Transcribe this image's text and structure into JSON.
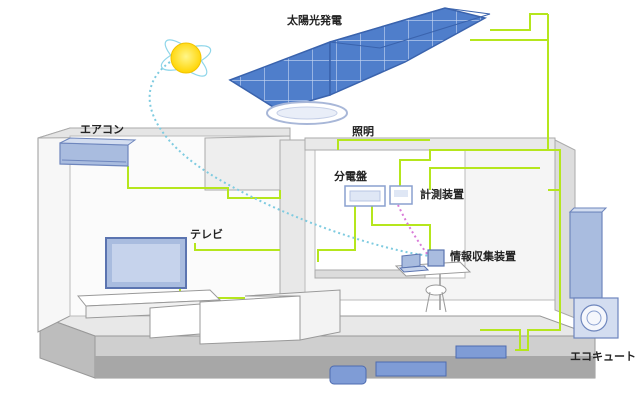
{
  "labels": {
    "solar": "太陽光発電",
    "aircon": "エアコン",
    "lighting": "照明",
    "distribution_panel": "分電盤",
    "meter": "計測装置",
    "tv": "テレビ",
    "collector": "情報収集装置",
    "ecocute": "エコキュート"
  },
  "colors": {
    "wire": "#b5e61d",
    "signal_dotted": "#7ecbe0",
    "signal_pink": "#d97ad8",
    "panel_blue": "#4a78c8",
    "device_blue": "#a9bcdf",
    "sun": "#ffe11a"
  }
}
